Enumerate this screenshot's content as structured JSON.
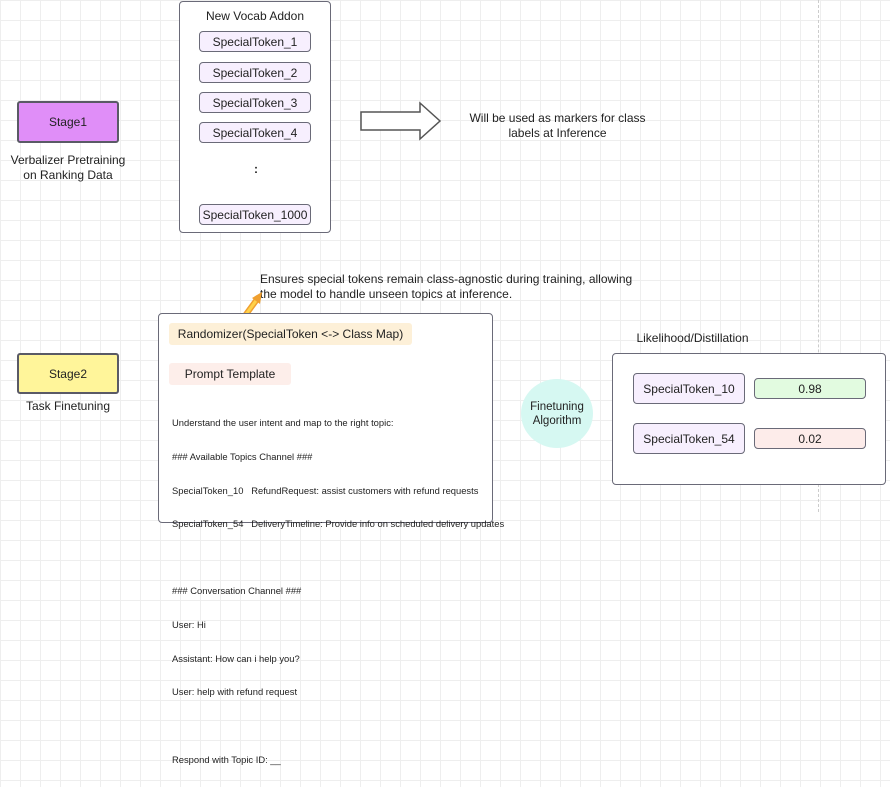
{
  "stage1": {
    "label": "Stage1",
    "caption_line1": "Verbalizer Pretraining",
    "caption_line2": "on Ranking Data",
    "color": "#e08ef8"
  },
  "vocab": {
    "title": "New Vocab Addon",
    "tokens": [
      "SpecialToken_1",
      "SpecialToken_2",
      "SpecialToken_3",
      "SpecialToken_4"
    ],
    "ellipsis": ":",
    "last": "SpecialToken_1000"
  },
  "arrow_note": {
    "line1": "Will be used as markers for class",
    "line2": "labels at Inference"
  },
  "randomizer_note": {
    "line1": "Ensures special tokens remain class-agnostic during training, allowing",
    "line2": "the model to handle unseen topics at inference."
  },
  "stage2": {
    "label": "Stage2",
    "caption": "Task Finetuning",
    "color": "#fff59a"
  },
  "prompt_panel": {
    "randomizer": "Randomizer(SpecialToken <-> Class Map)",
    "template_label": "Prompt Template",
    "lines": [
      "Understand the user intent and map to the right topic:",
      "### Available Topics Channel ###",
      "SpecialToken_10   RefundRequest: assist customers with refund requests",
      "SpecialToken_54   DeliveryTimeline: Provide info on scheduled delivery updates",
      "",
      "### Conversation Channel ###",
      "User: Hi",
      "Assistant: How can i help you?",
      "User: help with refund request",
      "",
      "Respond with Topic ID: __"
    ]
  },
  "algorithm": {
    "line1": "Finetuning",
    "line2": "Algorithm"
  },
  "likelihood": {
    "title": "Likelihood/Distillation",
    "rows": [
      {
        "token": "SpecialToken_10",
        "value": "0.98",
        "color": "#e2fbe0"
      },
      {
        "token": "SpecialToken_54",
        "value": "0.02",
        "color": "#fdecea"
      }
    ]
  }
}
